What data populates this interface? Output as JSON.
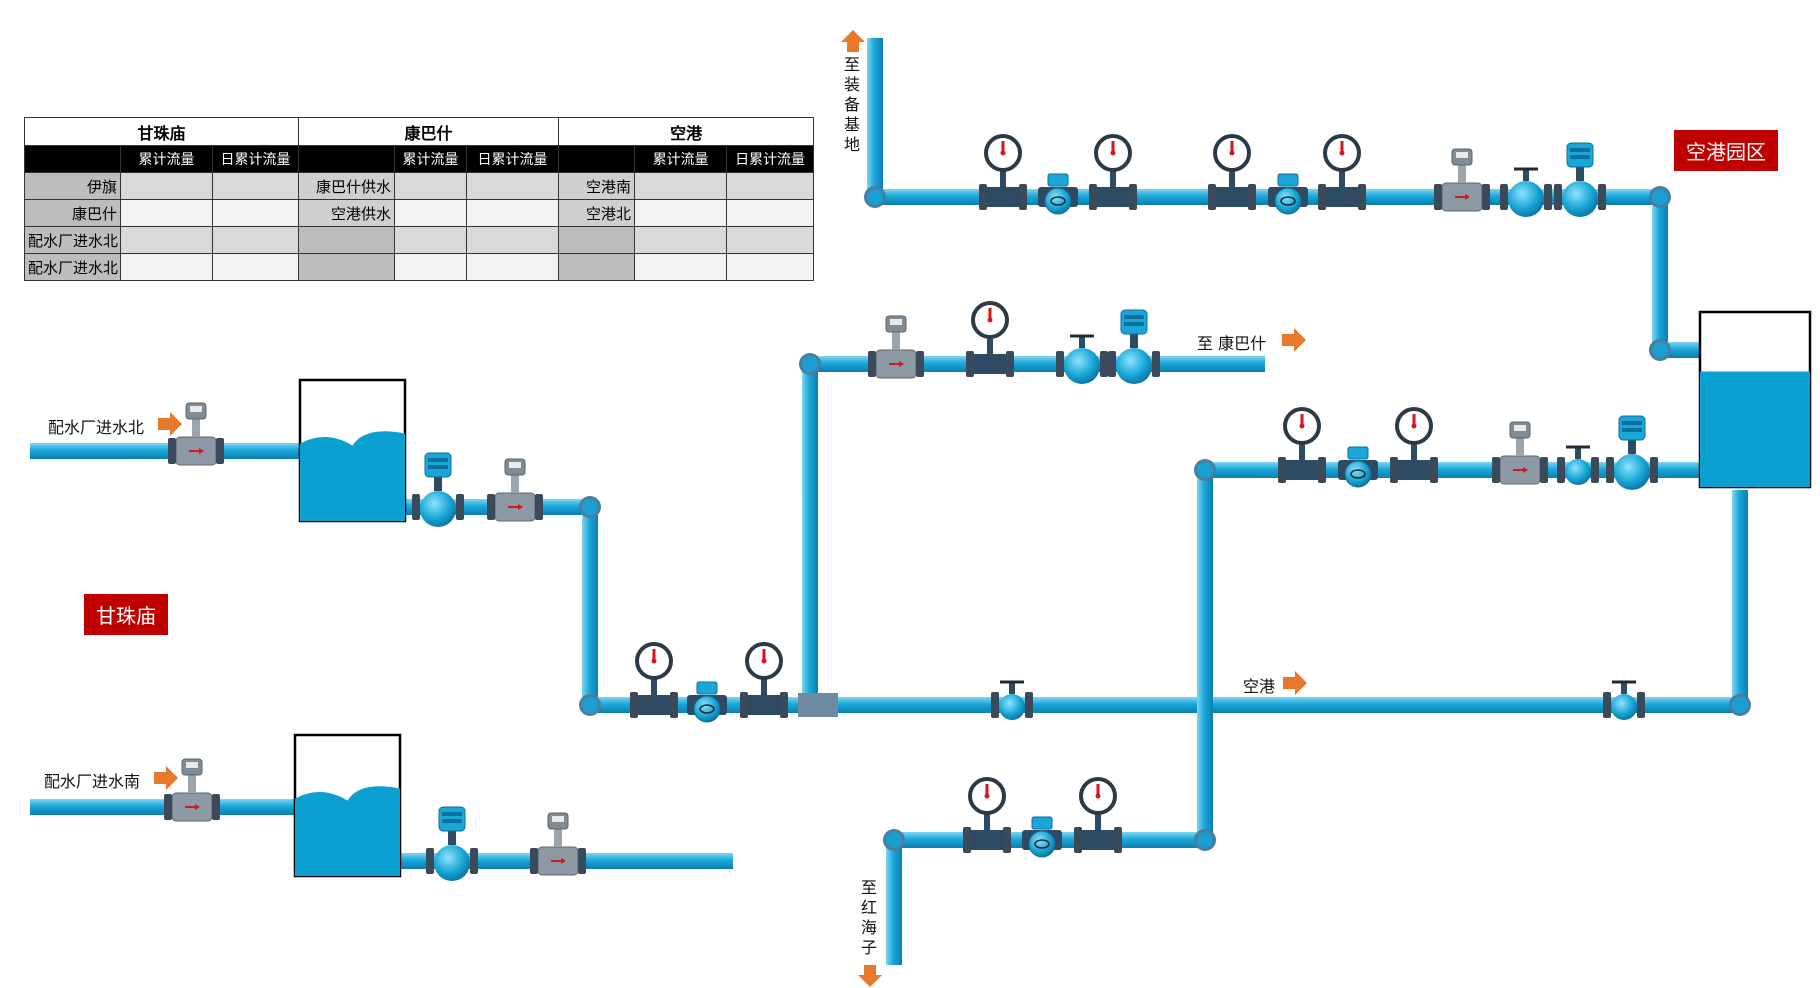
{
  "table": {
    "groups": [
      "甘珠庙",
      "康巴什",
      "空港"
    ],
    "columns": [
      "累计流量",
      "日累计流量"
    ],
    "rows": [
      [
        "伊旗",
        "康巴什供水",
        "空港南"
      ],
      [
        "康巴什",
        "空港供水",
        "空港北"
      ],
      [
        "配水厂进水北",
        "",
        ""
      ],
      [
        "配水厂进水北",
        "",
        ""
      ]
    ]
  },
  "areas": {
    "ganzhumiao": "甘珠庙",
    "konggang_park": "空港园区"
  },
  "labels": {
    "inlet_north": "配水厂进水北",
    "inlet_south": "配水厂进水南",
    "to_kangbashi": "至  康巴什",
    "to_konggang": "空港",
    "to_equipment_base": "至装备基地",
    "to_honghaizi": "至红海子"
  },
  "colors": {
    "pipe": "#1aa7d8",
    "pipe_dark": "#0e7fb0",
    "water": "#0aa0d0",
    "arrow": "#e8782a",
    "badge": "#c00000",
    "flange": "#3b4a5a"
  }
}
